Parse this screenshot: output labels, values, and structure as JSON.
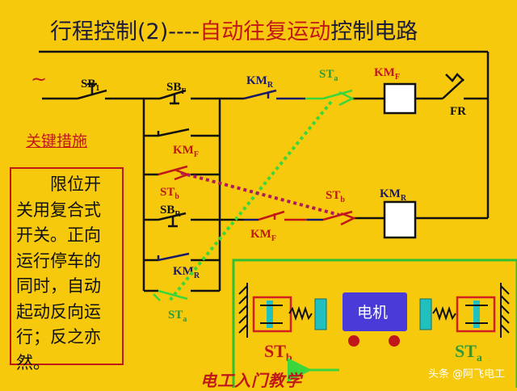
{
  "title": {
    "part1": "行程控制(2)----",
    "part2": "自动往复运动",
    "part3": "控制电路"
  },
  "colors": {
    "background": "#f7c90c",
    "wire": "#111111",
    "title_black": "#1a1a3a",
    "title_red": "#c01818",
    "label_red": "#c01818",
    "label_green": "#2e9a3a",
    "label_blue": "#1a1a6a",
    "dotted_green": "#3bd63b",
    "dotted_red": "#b01a5a",
    "panel_border": "#30c030",
    "coil_fill": "#ffffff",
    "motor_fill": "#4a3ad8",
    "switch_box_border": "#d02020",
    "cyan_parts": "#20c0c0"
  },
  "circuit": {
    "supply_symbol": "~",
    "sb1": {
      "main": "SB",
      "sub": "1"
    },
    "sbf": {
      "main": "SB",
      "sub": "F"
    },
    "kmr_top": {
      "main": "KM",
      "sub": "R"
    },
    "sta_top": {
      "main": "ST",
      "sub": "a"
    },
    "kmf_coil": {
      "main": "KM",
      "sub": "F"
    },
    "fr": {
      "main": "FR",
      "sub": ""
    },
    "kmf_hold": {
      "main": "KM",
      "sub": "F"
    },
    "stb_left": {
      "main": "ST",
      "sub": "b"
    },
    "sbr": {
      "main": "SB",
      "sub": "R"
    },
    "kmf_interlock": {
      "main": "KM",
      "sub": "F"
    },
    "stb_right": {
      "main": "ST",
      "sub": "b"
    },
    "kmr_coil": {
      "main": "KM",
      "sub": "R"
    },
    "kmr_hold": {
      "main": "KM",
      "sub": "R"
    },
    "sta_bottom": {
      "main": "ST",
      "sub": "a"
    }
  },
  "note": {
    "key_measure": "关键措施",
    "text": "限位开关用复合式开关。正向运行停车的同时，自动起动反向运行；反之亦然。"
  },
  "panel": {
    "motor_label": "电机",
    "stb": {
      "main": "ST",
      "sub": "b"
    },
    "sta": {
      "main": "ST",
      "sub": "a"
    }
  },
  "watermarks": {
    "top": "头条 @阿飞电工",
    "bottom": "电工入门教学"
  }
}
